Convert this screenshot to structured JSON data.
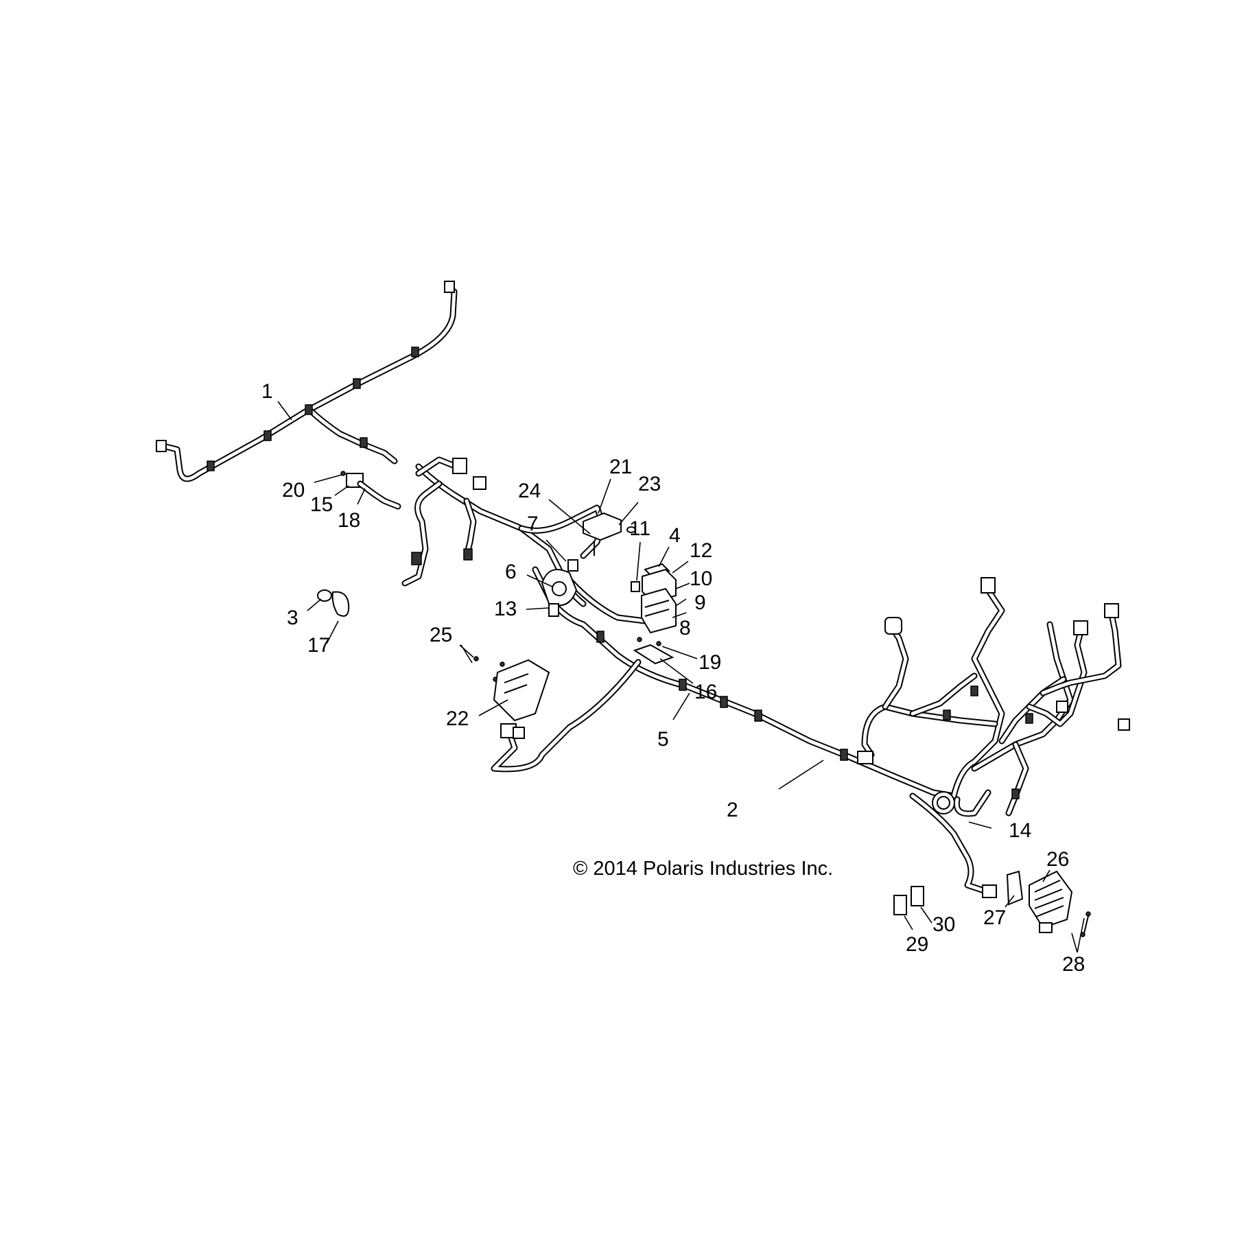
{
  "callouts": [
    {
      "id": "c1",
      "label": "1"
    },
    {
      "id": "c2",
      "label": "2"
    },
    {
      "id": "c3",
      "label": "3"
    },
    {
      "id": "c4",
      "label": "4"
    },
    {
      "id": "c5",
      "label": "5"
    },
    {
      "id": "c6",
      "label": "6"
    },
    {
      "id": "c7",
      "label": "7"
    },
    {
      "id": "c8",
      "label": "8"
    },
    {
      "id": "c9",
      "label": "9"
    },
    {
      "id": "c10",
      "label": "10"
    },
    {
      "id": "c11",
      "label": "11"
    },
    {
      "id": "c12",
      "label": "12"
    },
    {
      "id": "c13",
      "label": "13"
    },
    {
      "id": "c14",
      "label": "14"
    },
    {
      "id": "c15",
      "label": "15"
    },
    {
      "id": "c16",
      "label": "16"
    },
    {
      "id": "c17",
      "label": "17"
    },
    {
      "id": "c18",
      "label": "18"
    },
    {
      "id": "c19",
      "label": "19"
    },
    {
      "id": "c20",
      "label": "20"
    },
    {
      "id": "c21",
      "label": "21"
    },
    {
      "id": "c22",
      "label": "22"
    },
    {
      "id": "c23",
      "label": "23"
    },
    {
      "id": "c24",
      "label": "24"
    },
    {
      "id": "c25",
      "label": "25"
    },
    {
      "id": "c26",
      "label": "26"
    },
    {
      "id": "c27",
      "label": "27"
    },
    {
      "id": "c28",
      "label": "28"
    },
    {
      "id": "c29",
      "label": "29"
    },
    {
      "id": "c30",
      "label": "30"
    }
  ],
  "copyright": "© 2014 Polaris Industries Inc."
}
